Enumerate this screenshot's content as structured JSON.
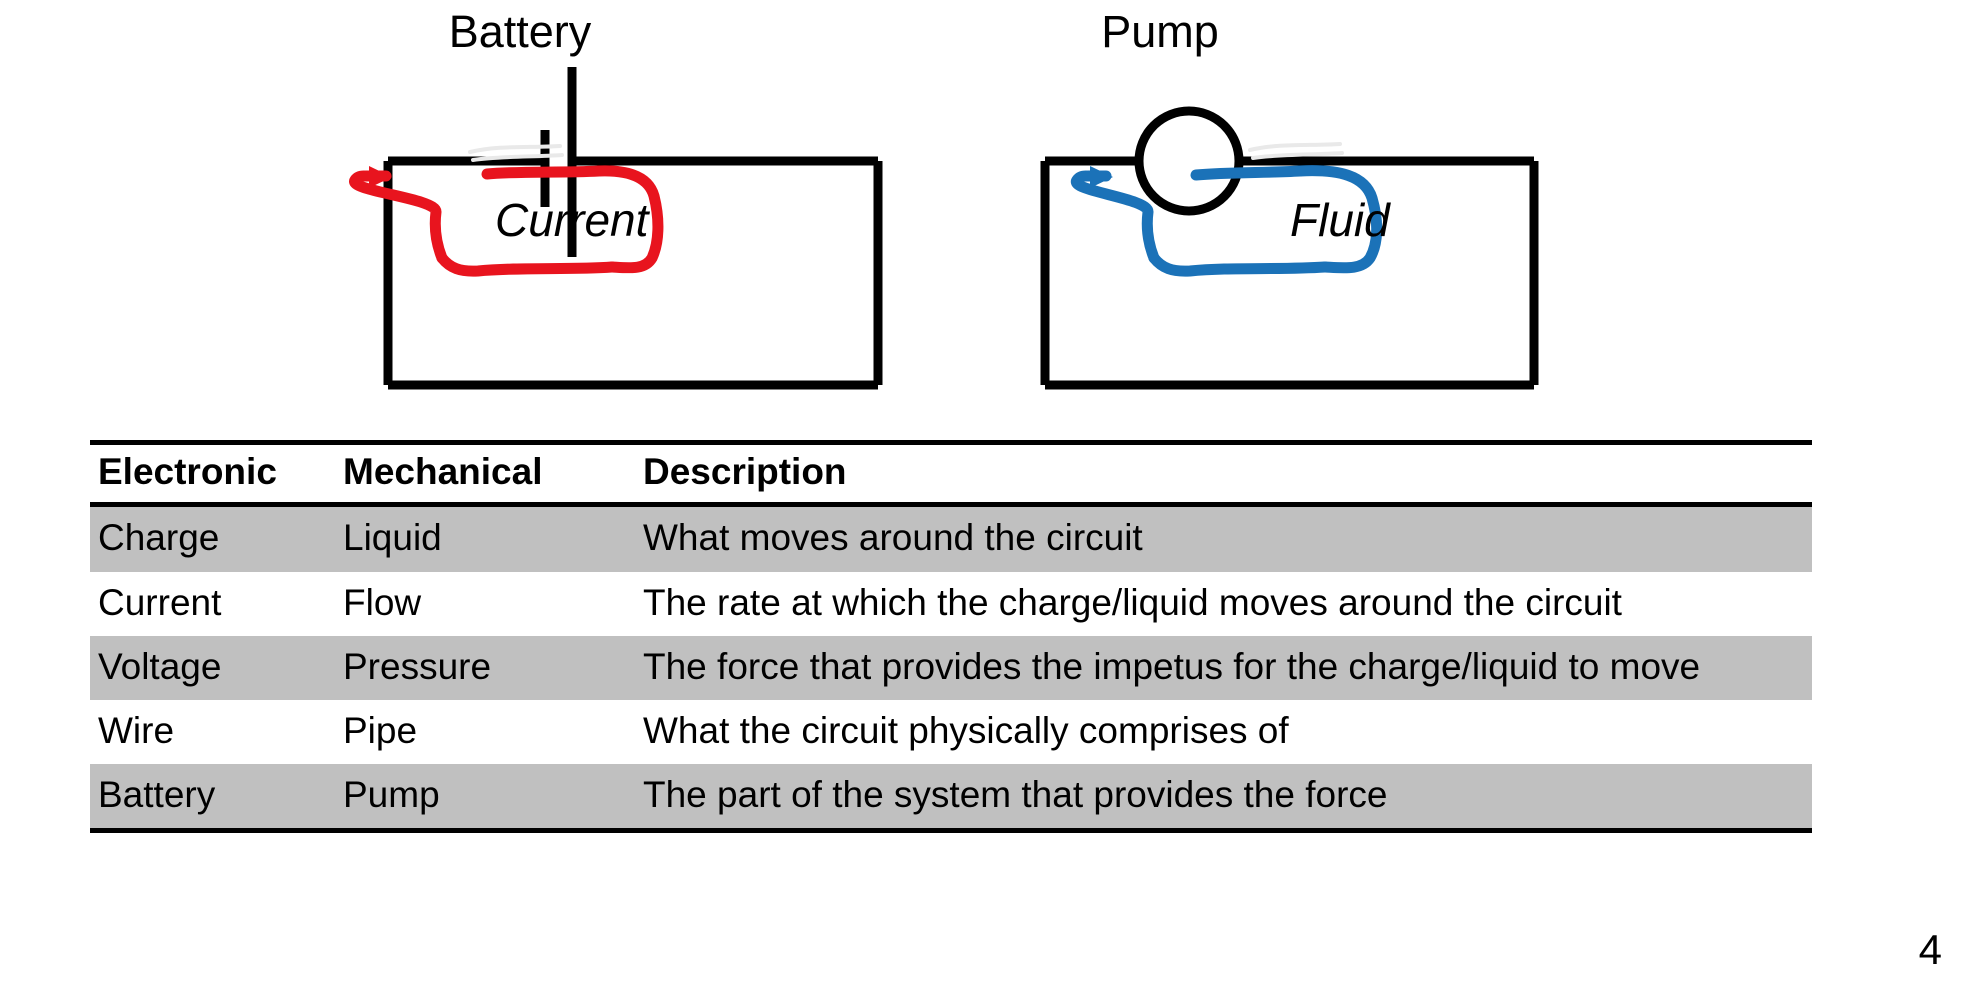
{
  "slide": {
    "page_number": "4",
    "background_color": "#ffffff"
  },
  "diagrams": {
    "battery": {
      "title": "Battery",
      "flow_label": "Current",
      "flow_color": "#e8141e",
      "wire_color": "#000000",
      "component": "battery-cell-symbol"
    },
    "pump": {
      "title": "Pump",
      "flow_label": "Fluid",
      "flow_color": "#1b72b8",
      "wire_color": "#000000",
      "component": "pump-circle-symbol"
    }
  },
  "table": {
    "header_border_color": "#000000",
    "shaded_row_color": "#c0c0c0",
    "columns": [
      "Electronic",
      "Mechanical",
      "Description"
    ],
    "rows": [
      {
        "electronic": "Charge",
        "mechanical": "Liquid",
        "description": "What moves around the circuit",
        "shaded": true
      },
      {
        "electronic": "Current",
        "mechanical": "Flow",
        "description": "The rate at which the charge/liquid moves around the circuit",
        "shaded": false
      },
      {
        "electronic": "Voltage",
        "mechanical": "Pressure",
        "description": "The force that provides the impetus for the charge/liquid to move",
        "shaded": true
      },
      {
        "electronic": "Wire",
        "mechanical": "Pipe",
        "description": "What the circuit physically comprises of",
        "shaded": false
      },
      {
        "electronic": "Battery",
        "mechanical": "Pump",
        "description": "The part of the system that provides the force",
        "shaded": true
      }
    ]
  }
}
